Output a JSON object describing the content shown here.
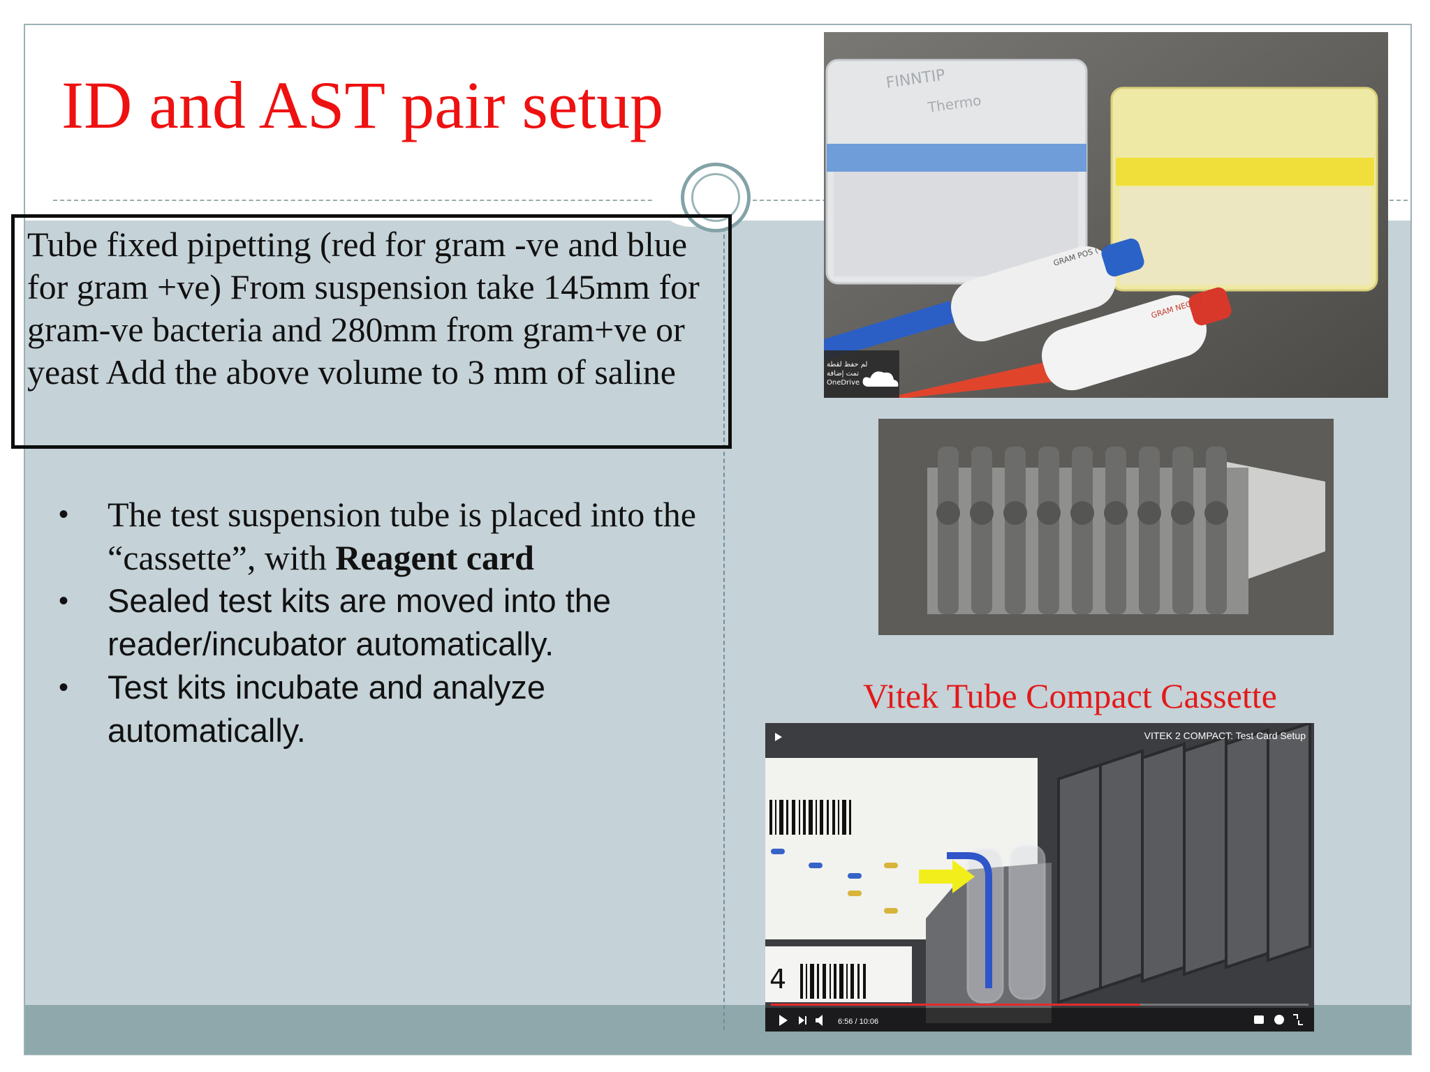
{
  "slide": {
    "title": "ID and AST pair setup",
    "callout_text": "Tube fixed pipetting (red for gram -ve and blue for gram +ve) From suspension take 145mm for gram-ve bacteria and 280mm from gram+ve  or yeast  Add the above volume to 3 mm of saline",
    "bullets": [
      {
        "prefix": "The test suspension tube is placed into the “cassette”,  with  ",
        "emphasis": "Reagent card"
      },
      {
        "text": "Sealed test kits are moved into the reader/incubator automatically."
      },
      {
        "text": "Test kits incubate and analyze automatically."
      }
    ],
    "bullet_glyph": "•",
    "caption": "Vitek Tube Compact Cassette"
  },
  "photos": {
    "pipettes": {
      "box_brand": "FINNTIP",
      "box_maker": "Thermo",
      "pipette_blue_label": "GRAM POS (+)",
      "pipette_red_label": "GRAM NEG (-)",
      "overlay_line1": "لم حفظ لقطة",
      "overlay_line2": "تمت إضافة",
      "overlay_line3": "OneDrive"
    },
    "video": {
      "title": "VITEK 2 COMPACT: Test Card Setup",
      "time": "6:56 / 10:06",
      "slot_number": "4",
      "progress_fraction": 0.687
    }
  },
  "colors": {
    "title_red": "#ee1111",
    "caption_red": "#e21a1a",
    "body_band": "#c5d2d8",
    "footer_band": "#8ea8ac"
  }
}
